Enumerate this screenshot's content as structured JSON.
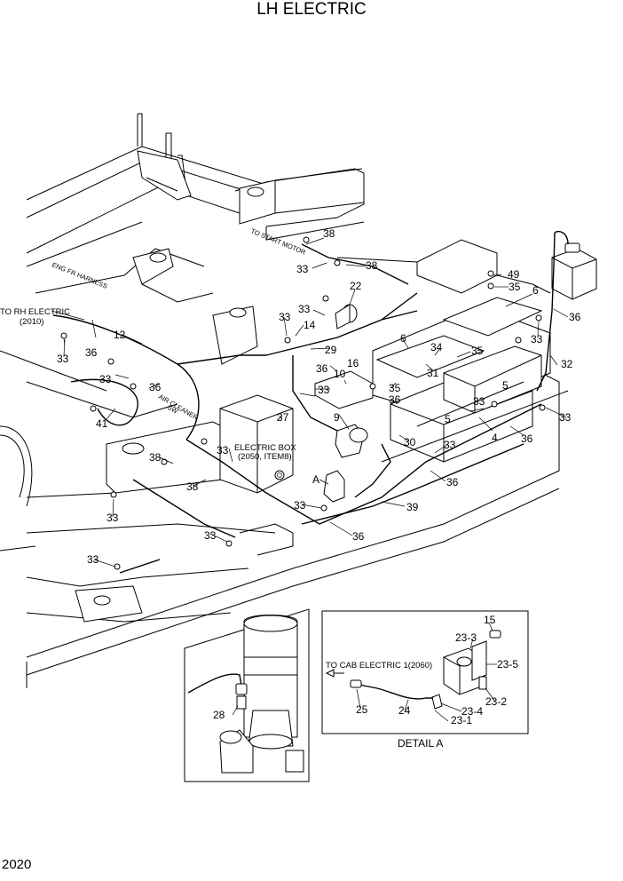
{
  "title": "LH ELECTRIC",
  "page_number": "2020",
  "callouts": {
    "c38a": "38",
    "c33a": "33",
    "c38b": "38",
    "c22": "22",
    "c33b": "33",
    "c49": "49",
    "c35a": "35",
    "c6a": "6",
    "c36a": "36",
    "c33c": "33",
    "c14": "14",
    "c29": "29",
    "c6b": "6",
    "c34": "34",
    "c35b": "35",
    "c12": "12",
    "c36b": "36",
    "c33d": "33",
    "c33e": "33",
    "c36c": "36",
    "c16": "16",
    "c10": "10",
    "c33f": "33",
    "c35c": "35",
    "c31": "31",
    "c32": "32",
    "c36d": "36",
    "c5a": "5",
    "c36e": "36",
    "c33g": "33",
    "c5b": "5",
    "c41": "41",
    "c37": "37",
    "c9": "9",
    "c33h": "33",
    "c4": "4",
    "c36f": "36",
    "c30": "30",
    "c33i": "33",
    "c38c": "38",
    "c33j": "33",
    "c38d": "38",
    "c36g": "36",
    "cA": "A",
    "c33k": "33",
    "c39": "39",
    "c33l": "33",
    "c33m": "33",
    "c36h": "36",
    "c33n": "33",
    "c28": "28",
    "c15": "15",
    "c23_3": "23-3",
    "c23_5": "23-5",
    "c23_2": "23-2",
    "c23_4": "23-4",
    "c23_1": "23-1",
    "c25": "25",
    "c24": "24"
  },
  "notes": {
    "to_rh_electric": "TO RH ELECTRIC",
    "to_rh_electric_ref": "(2010)",
    "eng_fr_harness": "ENG FR HARNESS",
    "to_start_motor": "TO START MOTOR",
    "air_cleaner": "AIR CLEANER",
    "air_cleaner_sw": "SW",
    "electric_box": "ELECTRIC BOX",
    "electric_box_ref": "(2050, ITEM8)",
    "to_cab_electric": "TO CAB ELECTRIC 1(2060)",
    "detail_a": "DETAIL A"
  }
}
